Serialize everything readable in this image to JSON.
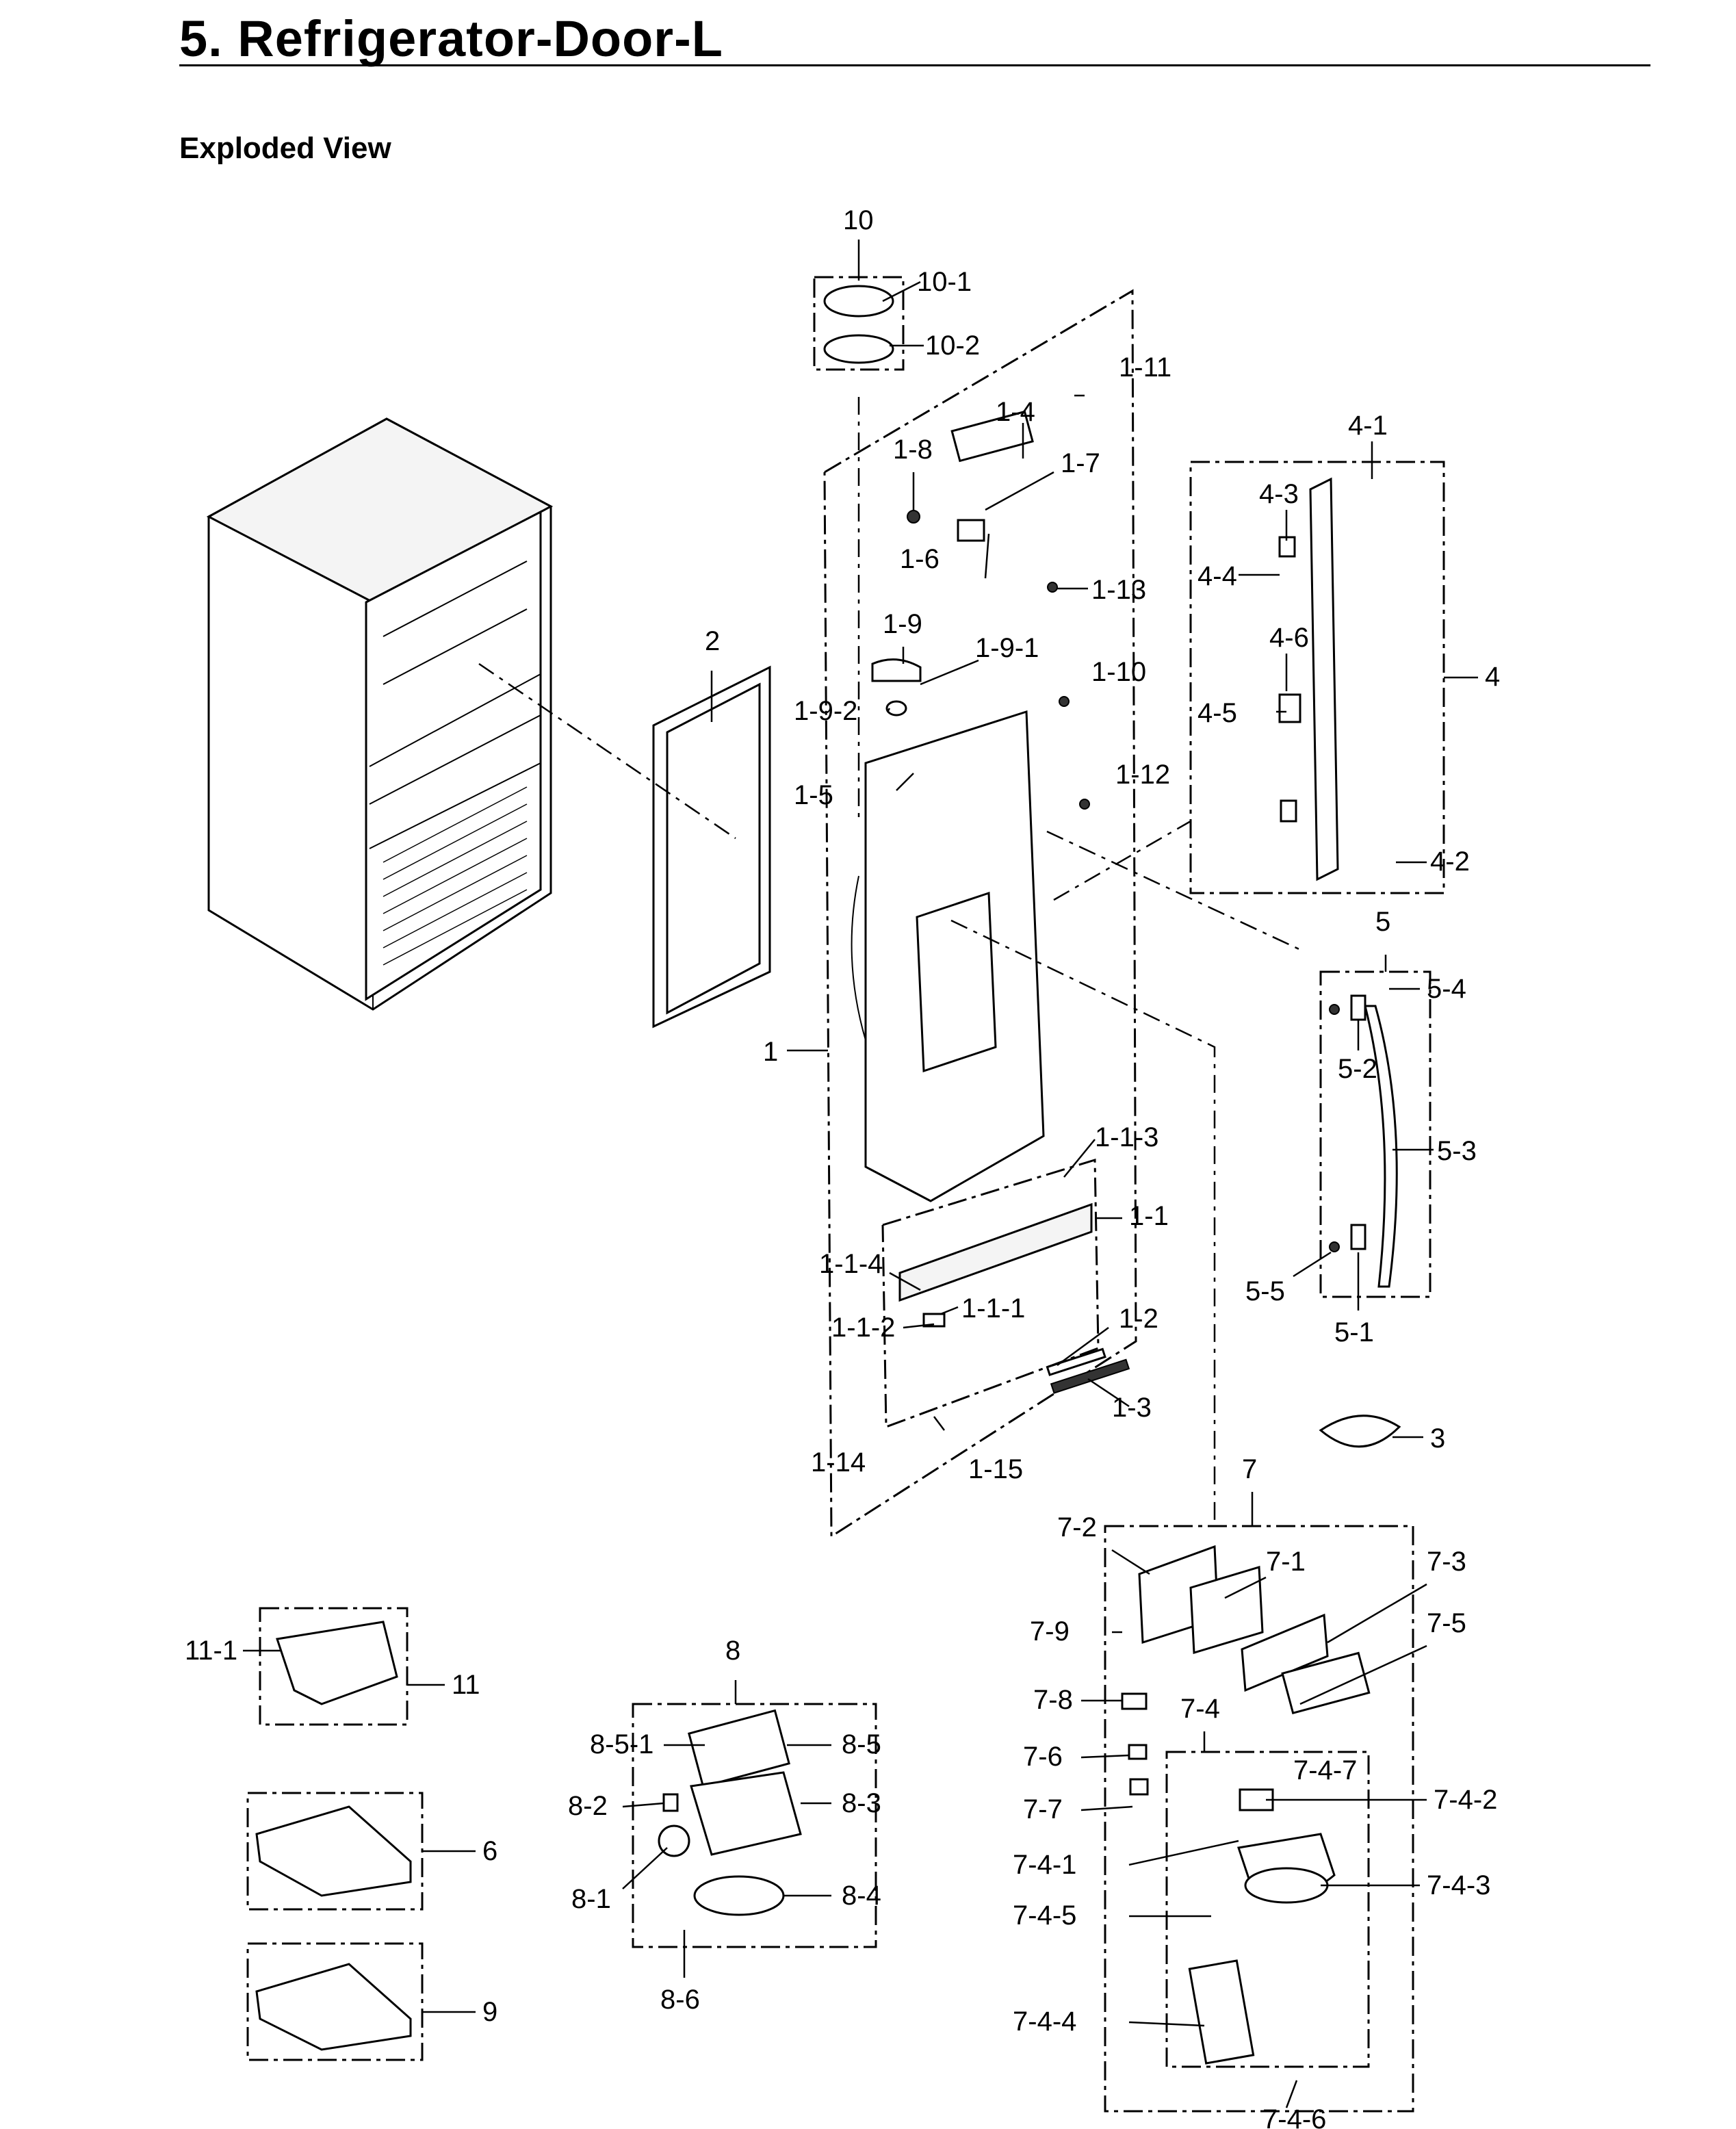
{
  "header": {
    "title": "5.  Refrigerator-Door-L",
    "subtitle": "Exploded View"
  },
  "labels": {
    "p10": "10",
    "p10_1": "10-1",
    "p10_2": "10-2",
    "p1_11": "1-11",
    "p1_4": "1-4",
    "p1_8": "1-8",
    "p1_7": "1-7",
    "p1_6": "1-6",
    "p1_13": "1-13",
    "p1_9": "1-9",
    "p1_9_1": "1-9-1",
    "p1_9_2": "1-9-2",
    "p1_10": "1-10",
    "p1_5": "1-5",
    "p1_12": "1-12",
    "p2": "2",
    "p1": "1",
    "p1_1_3": "1-1-3",
    "p1_1": "1-1",
    "p1_1_4": "1-1-4",
    "p1_1_1": "1-1-1",
    "p1_1_2": "1-1-2",
    "p1_2": "1-2",
    "p1_3": "1-3",
    "p1_14": "1-14",
    "p1_15": "1-15",
    "p4_1": "4-1",
    "p4_3": "4-3",
    "p4_4": "4-4",
    "p4_6": "4-6",
    "p4": "4",
    "p4_5": "4-5",
    "p4_2": "4-2",
    "p5": "5",
    "p5_4": "5-4",
    "p5_2": "5-2",
    "p5_3": "5-3",
    "p5_5": "5-5",
    "p5_1": "5-1",
    "p3": "3",
    "p7": "7",
    "p7_2": "7-2",
    "p7_1": "7-1",
    "p7_3": "7-3",
    "p7_9": "7-9",
    "p7_5": "7-5",
    "p7_8": "7-8",
    "p7_4": "7-4",
    "p7_6": "7-6",
    "p7_4_7": "7-4-7",
    "p7_7": "7-7",
    "p7_4_2": "7-4-2",
    "p7_4_1": "7-4-1",
    "p7_4_3": "7-4-3",
    "p7_4_5": "7-4-5",
    "p7_4_4": "7-4-4",
    "p7_4_6": "7-4-6",
    "p11_1": "11-1",
    "p11": "11",
    "p8": "8",
    "p8_5_1": "8-5-1",
    "p8_5": "8-5",
    "p8_2": "8-2",
    "p8_3": "8-3",
    "p8_1": "8-1",
    "p8_4": "8-4",
    "p8_6": "8-6",
    "p6": "6",
    "p9": "9"
  }
}
